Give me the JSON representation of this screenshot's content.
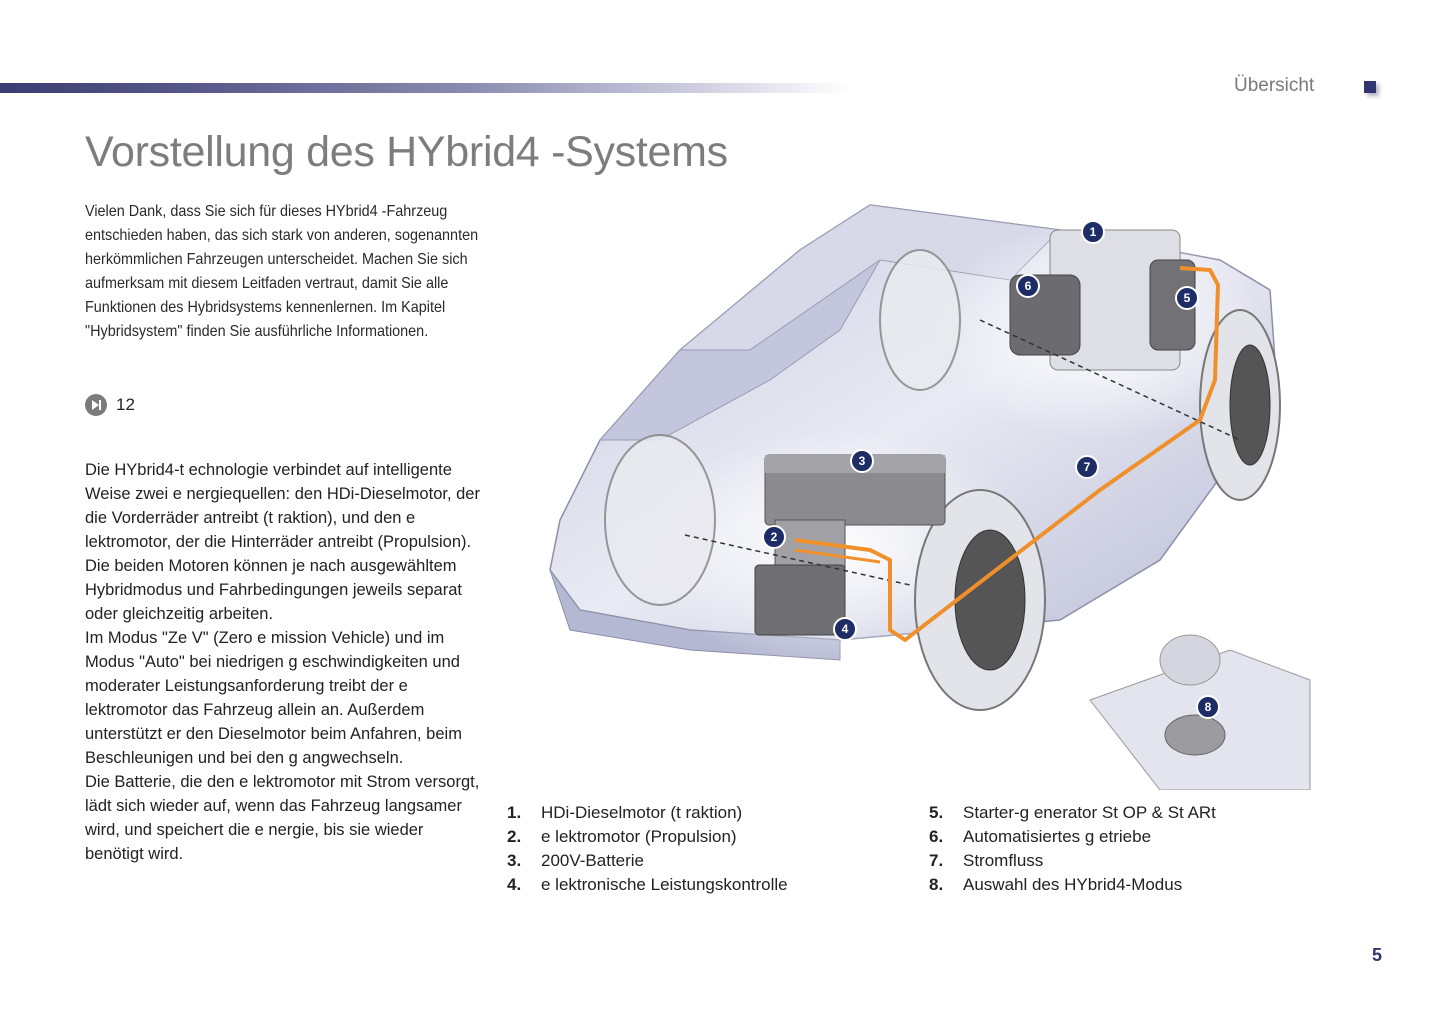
{
  "header": {
    "section_label": "Übersicht",
    "accent_color": "#323470"
  },
  "title": "Vorstellung des HYbrid4 -Systems",
  "intro": "Vielen Dank, dass Sie sich für dieses HYbrid4 -Fahrzeug entschieden haben, das sich stark von anderen, sogenannten herkömmlichen Fahrzeugen unterscheidet. Machen Sie sich aufmerksam mit diesem Leitfaden vertraut, damit Sie alle Funktionen des Hybridsystems kennenlernen. Im Kapitel \"Hybridsystem\" finden Sie ausführliche Informationen.",
  "reference": {
    "icon": "skip-forward-icon",
    "page": "12"
  },
  "body": [
    "Die HYbrid4-t echnologie verbindet auf intelligente Weise zwei e nergiequellen: den HDi-Dieselmotor, der die Vorderräder antreibt (t raktion), und den e lektromotor, der die Hinterräder antreibt (Propulsion).",
    "Die beiden Motoren können je nach ausgewähltem Hybridmodus und Fahrbedingungen jeweils separat oder gleichzeitig arbeiten.",
    "Im Modus \"Ze V\" (Zero e mission Vehicle) und im Modus \"Auto\" bei niedrigen g eschwindigkeiten und moderater Leistungsanforderung treibt der e lektromotor das Fahrzeug allein an. Außerdem unterstützt er den Dieselmotor beim Anfahren, beim Beschleunigen und bei den g angwechseln.",
    "Die Batterie, die den e lektromotor mit Strom versorgt, lädt sich wieder auf, wenn das Fahrzeug langsamer wird, und speichert die e nergie, bis sie wieder benötigt wird."
  ],
  "legend": [
    {
      "num": "1.",
      "label": "HDi-Dieselmotor (t raktion)"
    },
    {
      "num": "2.",
      "label": "e lektromotor (Propulsion)"
    },
    {
      "num": "3.",
      "label": "200V-Batterie"
    },
    {
      "num": "4.",
      "label": "e lektronische Leistungskontrolle"
    },
    {
      "num": "5.",
      "label": "Starter-g enerator St OP & St ARt"
    },
    {
      "num": "6.",
      "label": "Automatisiertes g etriebe"
    },
    {
      "num": "7.",
      "label": "Stromfluss"
    },
    {
      "num": "8.",
      "label": "Auswahl des HYbrid4-Modus"
    }
  ],
  "callouts": [
    "1",
    "2",
    "3",
    "4",
    "5",
    "6",
    "7",
    "8"
  ],
  "colors": {
    "callout_badge": "#1e2d66",
    "power_flow": "#f0902a"
  },
  "page_number": "5"
}
